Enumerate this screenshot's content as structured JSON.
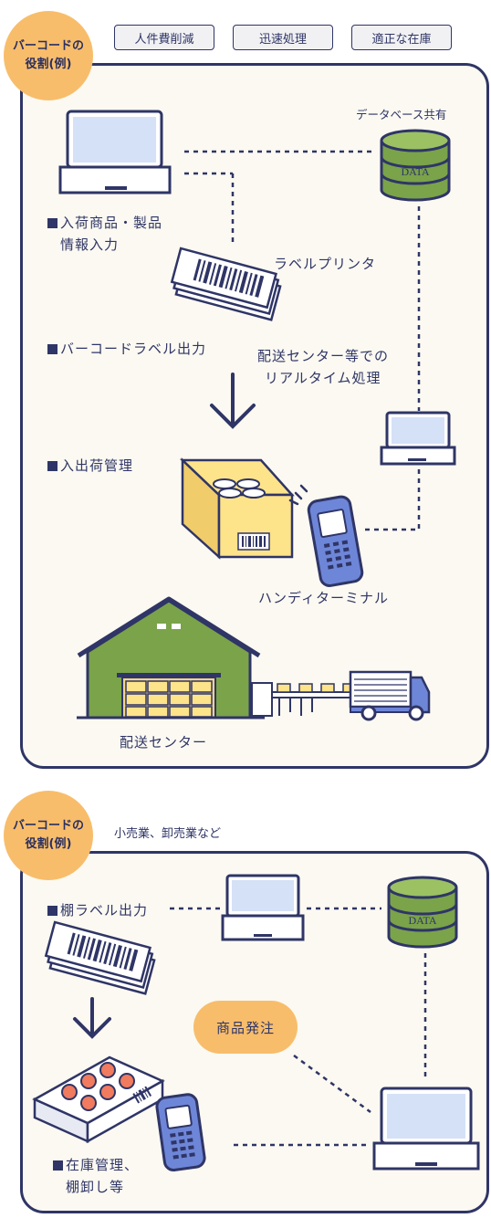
{
  "section1": {
    "badge_line1": "バーコードの",
    "badge_line2": "役割(例)",
    "tags": [
      "人件費削減",
      "迅速処理",
      "適正な在庫"
    ],
    "database_label": "データベース共有",
    "db_text": "DATA",
    "input_line1": "入荷商品・製品",
    "input_line2": "情報入力",
    "printer_label": "ラベルプリンタ",
    "label_output": "バーコードラベル出力",
    "realtime_line1": "配送センター等での",
    "realtime_line2": "リアルタイム処理",
    "shipping_mgmt": "入出荷管理",
    "handy_label": "ハンディターミナル",
    "center_label": "配送センター"
  },
  "section2": {
    "badge_line1": "バーコードの",
    "badge_line2": "役割(例)",
    "subtitle": "小売業、卸売業など",
    "shelf_label": "棚ラベル出力",
    "db_text": "DATA",
    "order_label": "商品発注",
    "inventory_line1": "在庫管理、",
    "inventory_line2": "棚卸し等"
  },
  "colors": {
    "navy": "#2f3566",
    "orange": "#f8bd6b",
    "green": "#7aa34a",
    "yellow": "#fde38a",
    "blue": "#6e86d8",
    "panel": "#fbf9f1"
  }
}
